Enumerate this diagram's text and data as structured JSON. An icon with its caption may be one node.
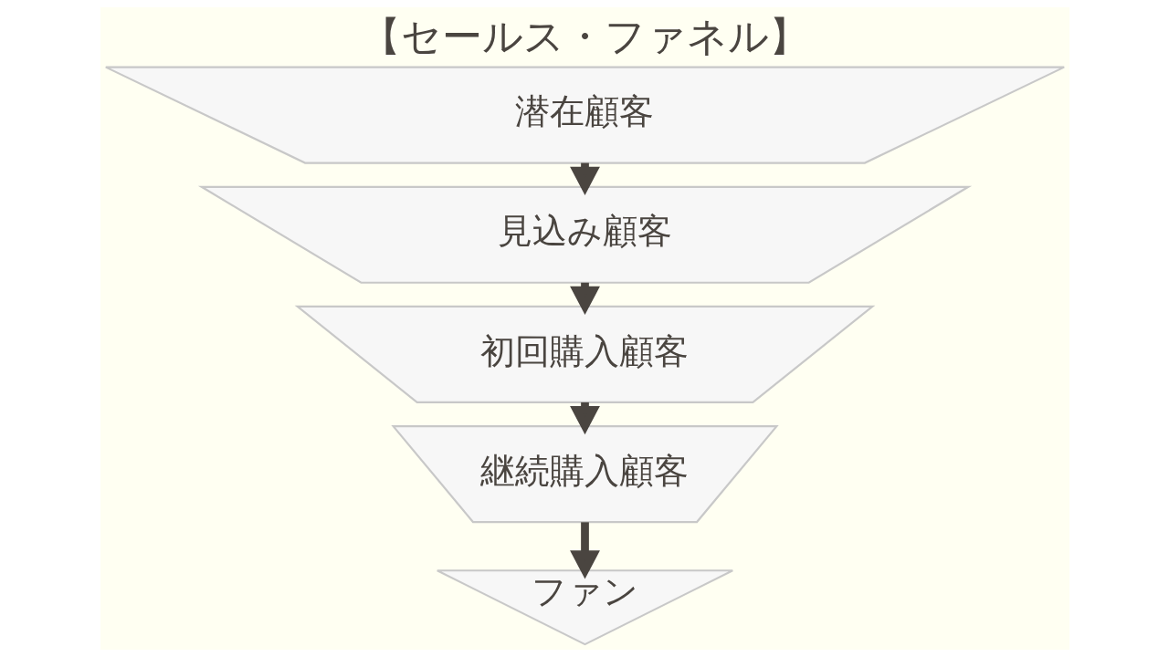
{
  "diagram": {
    "title": "【セールス・ファネル】",
    "nodes": [
      {
        "text": [
          "潜在顧客"
        ]
      },
      {
        "text": [
          "見込み顧客"
        ]
      },
      {
        "text": [
          "初回購入顧客"
        ]
      },
      {
        "text": [
          "継続購入顧客"
        ]
      },
      {
        "text": [
          "ファン"
        ]
      }
    ],
    "edges": [
      {
        "from": 0,
        "to": 1,
        "arrow": "to"
      },
      {
        "from": 1,
        "to": 2,
        "arrow": "to"
      },
      {
        "from": 2,
        "to": 3,
        "arrow": "to"
      },
      {
        "from": 3,
        "to": 4,
        "arrow": "to"
      }
    ]
  }
}
